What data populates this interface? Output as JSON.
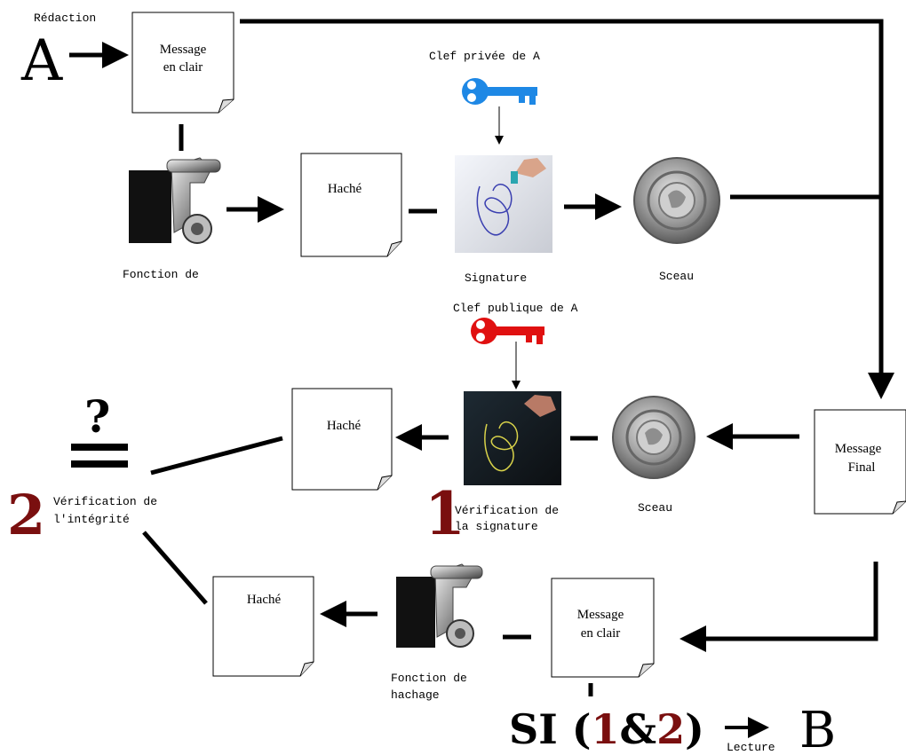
{
  "diagram": {
    "writing_label": "Rédaction",
    "sender_letter": "A",
    "receiver_letter": "B",
    "reading_label": "Lecture",
    "top_message": {
      "line1": "Message",
      "line2": "en clair"
    },
    "hash_function_top": "Fonction de",
    "hash_top": "Haché",
    "private_key_label": "Clef privée de A",
    "signature_label": "Signature",
    "seal_top_label": "Sceau",
    "public_key_label": "Clef publique de A",
    "final_message": {
      "line1": "Message",
      "line2": "Final"
    },
    "seal_mid_label": "Sceau",
    "verif_signature": {
      "number": "1",
      "line1": "Vérification de",
      "line2": "la signature"
    },
    "hash_mid": "Haché",
    "question_mark": "?",
    "verif_integrity": {
      "number": "2",
      "line1": "Vérification de",
      "line2": "l'intégrité"
    },
    "hash_bottom": "Haché",
    "hash_function_bottom": {
      "line1": "Fonction de",
      "line2": "hachage"
    },
    "bottom_message": {
      "line1": "Message",
      "line2": "en clair"
    },
    "condition": {
      "prefix": "SI (",
      "one": "1",
      "amp": "&",
      "two": "2",
      "suffix": ")"
    }
  },
  "colors": {
    "private_key": "#1e88e5",
    "public_key": "#e01010",
    "accent_number": "#7a0f0f"
  }
}
